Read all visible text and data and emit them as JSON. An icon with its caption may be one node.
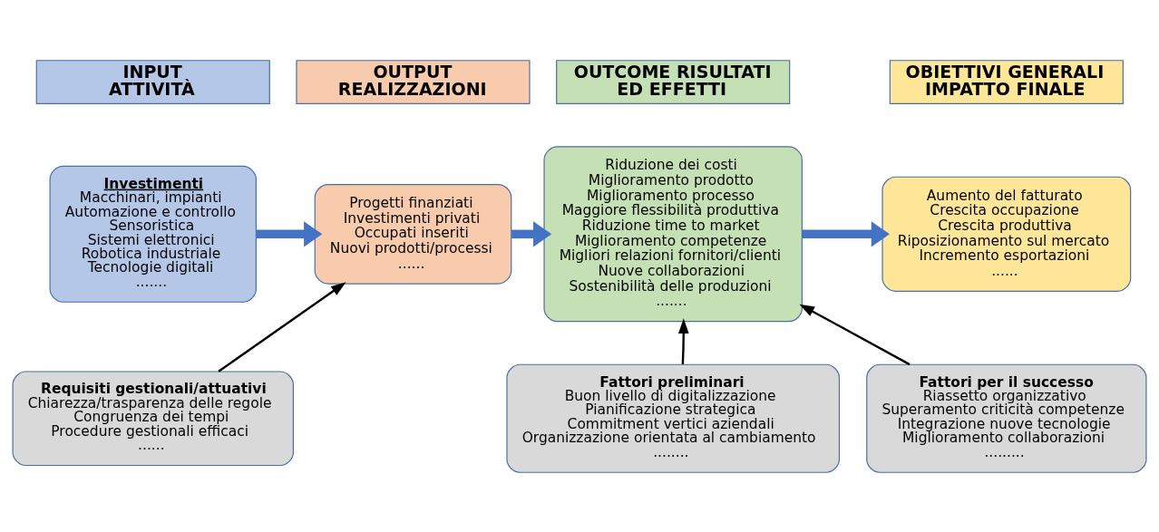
{
  "diagram": {
    "nodes": [
      {
        "text": [
          "INPUT ATTIVITÀ"
        ]
      },
      {
        "text": [
          "OUTPUT REALIZZAZIONI"
        ]
      },
      {
        "text": [
          "OUTCOME RISULTATI ED EFFETTI"
        ]
      },
      {
        "text": [
          "OBIETTIVI GENERALI IMPATTO FINALE"
        ]
      },
      {
        "text": [
          "Investimenti",
          "Macchinari, impianti",
          "Automazione e controllo",
          "Sensoristica",
          "Sistemi elettronici",
          "Robotica industriale",
          "Tecnologie digitali",
          "......."
        ]
      },
      {
        "text": [
          "Progetti finanziati",
          "Investimenti privati",
          "Occupati inseriti",
          "Nuovi prodotti/processi",
          "......"
        ]
      },
      {
        "text": [
          "Riduzione dei costi",
          "Miglioramento prodotto",
          "Miglioramento processo",
          "Maggiore flessibilità produttiva",
          "Riduzione time to market",
          "Miglioramento competenze",
          "Migliori relazioni fornitori/clienti",
          "Nuove collaborazioni",
          "Sostenibilità delle produzioni",
          "......."
        ]
      },
      {
        "text": [
          "Aumento del fatturato",
          "Crescita occupazione",
          "Crescita produttiva",
          "Riposizionamento sul mercato",
          "Incremento esportazioni",
          "......"
        ]
      },
      {
        "text": [
          "Requisiti gestionali/attuativi",
          "Chiarezza/trasparenza delle regole",
          "Congruenza dei tempi",
          "Procedure gestionali efficaci",
          "......"
        ]
      },
      {
        "text": [
          "Fattori preliminari",
          "Buon livello di digitalizzazione",
          "Pianificazione strategica",
          "Commitment vertici aziendali",
          "Organizzazione orientata al cambiamento",
          "........"
        ]
      },
      {
        "text": [
          "Fattori per il successo",
          "Riassetto organizzativo",
          "Superamento criticità competenze",
          "Integrazione nuove tecnologie",
          "Miglioramento collaborazioni",
          "........."
        ]
      }
    ],
    "edges": [
      {
        "from": 4,
        "to": 5,
        "arrow": "to",
        "style": "thick",
        "color": "#4472c4"
      },
      {
        "from": 5,
        "to": 6,
        "arrow": "to",
        "style": "thick",
        "color": "#4472c4"
      },
      {
        "from": 6,
        "to": 7,
        "arrow": "to",
        "style": "thick",
        "color": "#4472c4"
      },
      {
        "from": 8,
        "to": 5,
        "arrow": "to",
        "color": "#000000"
      },
      {
        "from": 9,
        "to": 6,
        "arrow": "to",
        "color": "#000000"
      },
      {
        "from": 10,
        "to": 6,
        "arrow": "to",
        "color": "#000000"
      }
    ]
  }
}
